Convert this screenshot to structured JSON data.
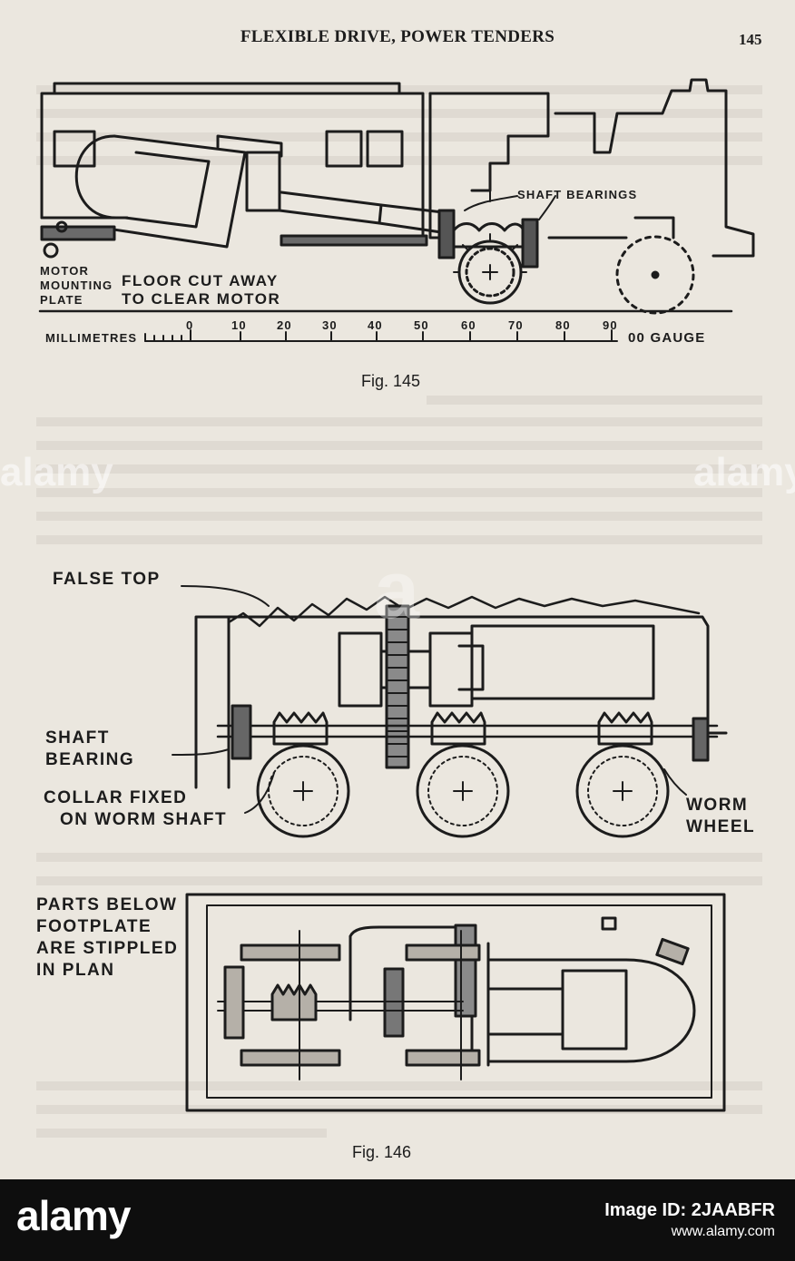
{
  "header": {
    "running_head": "FLEXIBLE DRIVE, POWER TENDERS",
    "page_number": "145"
  },
  "fig145": {
    "caption": "Fig. 145",
    "labels": {
      "shaft_bearings": "SHAFT BEARINGS",
      "motor_line1": "MOTOR",
      "motor_line2": "MOUNTING",
      "motor_line3": "PLATE",
      "floor_line1": "FLOOR CUT AWAY",
      "floor_line2": "TO CLEAR MOTOR",
      "scale_title": "MILLIMETRES",
      "gauge": "00 GAUGE"
    },
    "scale_ticks": [
      "0",
      "10",
      "20",
      "30",
      "40",
      "50",
      "60",
      "70",
      "80",
      "90"
    ]
  },
  "fig146": {
    "caption": "Fig. 146",
    "labels": {
      "false_top": "FALSE TOP",
      "shaft_bearing_line1": "SHAFT",
      "shaft_bearing_line2": "BEARING",
      "collar_line1": "COLLAR FIXED",
      "collar_line2": "ON WORM SHAFT",
      "worm_line1": "WORM",
      "worm_line2": "WHEEL",
      "plan_line1": "PARTS BELOW",
      "plan_line2": "FOOTPLATE",
      "plan_line3": "ARE STIPPLED",
      "plan_line4": "IN PLAN"
    }
  },
  "watermark": {
    "left": "alamy",
    "center": "a",
    "right": "alamy"
  },
  "stock_bar": {
    "logo": "alamy",
    "image_id_label": "Image ID: 2JAABFR",
    "url": "www.alamy.com"
  }
}
